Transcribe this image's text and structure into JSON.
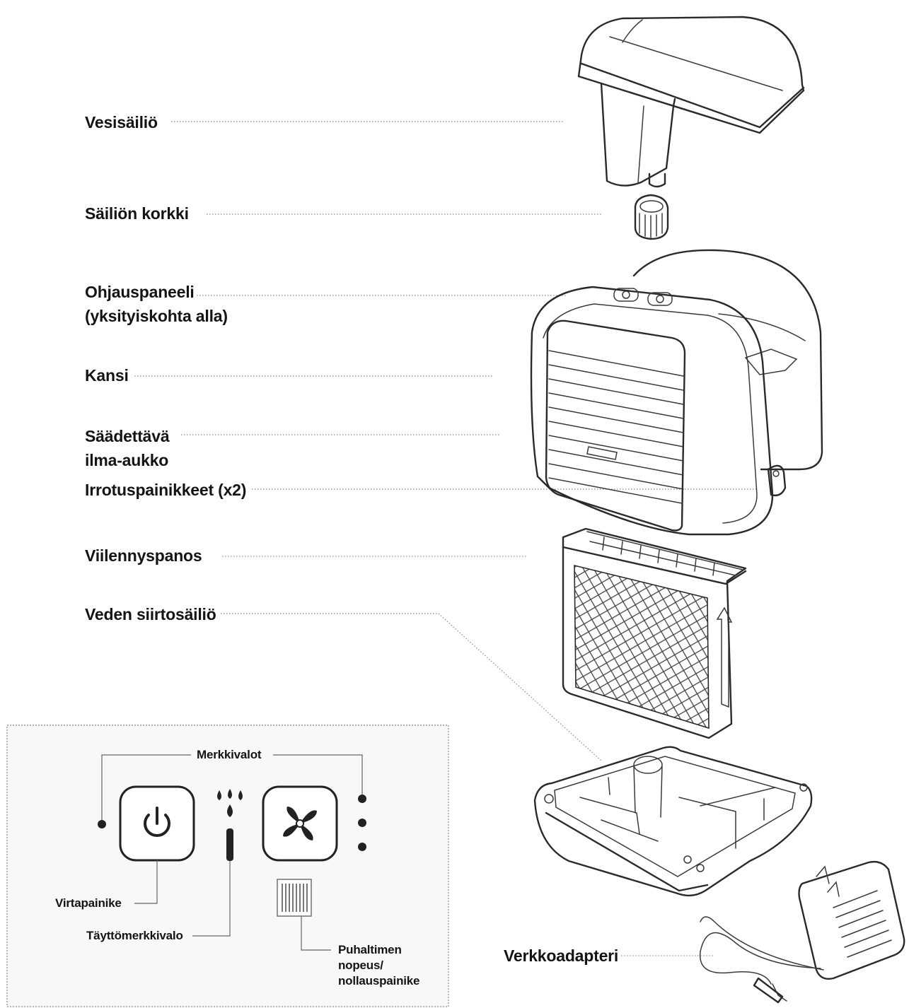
{
  "labels": {
    "water_tank": "Vesisäiliö",
    "tank_cap": "Säiliön korkki",
    "control_panel": [
      "Ohjauspaneeli",
      "(yksityiskohta alla)"
    ],
    "lid": "Kansi",
    "adjustable_vent": [
      "Säädettävä",
      "ilma-aukko"
    ],
    "release_buttons": "Irrotuspainikkeet (x2)",
    "cooling_cartridge": "Viilennyspanos",
    "water_transfer_tank": "Veden siirtosäiliö",
    "power_adapter": "Verkkoadapteri"
  },
  "panel": {
    "indicator_lights": "Merkkivalot",
    "power_button": "Virtapainike",
    "refill_indicator": "Täyttömerkkivalo",
    "fan_speed_button": [
      "Puhaltimen",
      "nopeus/",
      "nollauspainike"
    ]
  },
  "icons": {
    "power": "power-icon",
    "fan": "fan-icon",
    "water_drops": "water-drops-icon",
    "filter": "filter-icon"
  },
  "colors": {
    "line": "#2a2a2a",
    "panel_border": "#9a9a9a",
    "panel_background": "#f8f8f8"
  }
}
